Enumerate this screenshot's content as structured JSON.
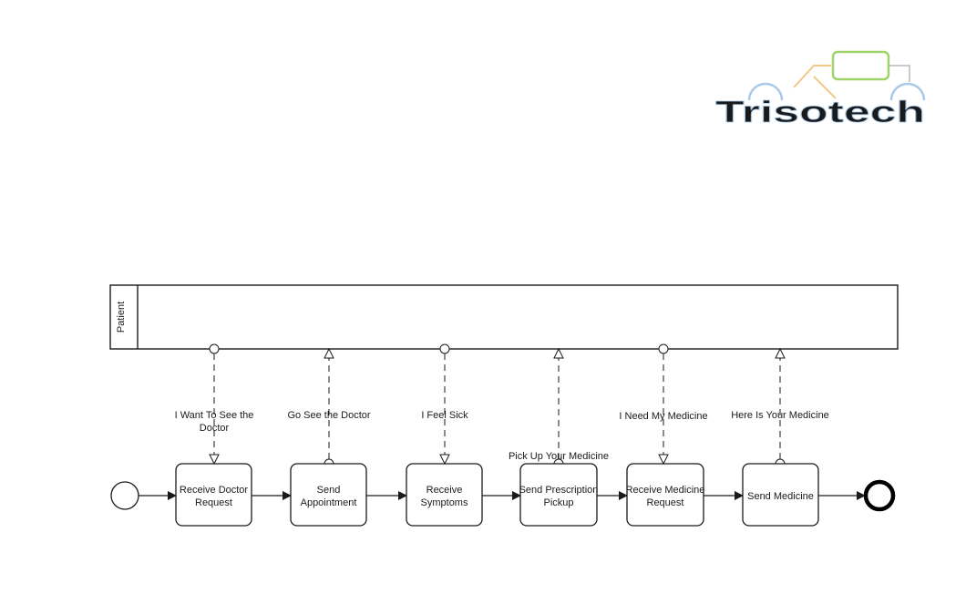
{
  "logo": {
    "text": "Trisotech"
  },
  "pool": {
    "label": "Patient"
  },
  "events": {
    "start": "start-event",
    "end": "end-event"
  },
  "tasks": [
    {
      "id": "t1",
      "lines": [
        "Receive Doctor",
        "Request"
      ]
    },
    {
      "id": "t2",
      "lines": [
        "Send",
        "Appointment"
      ]
    },
    {
      "id": "t3",
      "lines": [
        "Receive",
        "Symptoms"
      ]
    },
    {
      "id": "t4",
      "lines": [
        "Send Prescription",
        "Pickup"
      ]
    },
    {
      "id": "t5",
      "lines": [
        "Receive Medicine",
        "Request"
      ]
    },
    {
      "id": "t6",
      "lines": [
        "Send Medicine"
      ]
    }
  ],
  "messages": [
    {
      "lines": [
        "I Want To See the",
        "Doctor"
      ],
      "direction": "pool-to-task"
    },
    {
      "lines": [
        "Go See the Doctor"
      ],
      "direction": "task-to-pool"
    },
    {
      "lines": [
        "I Feel Sick"
      ],
      "direction": "pool-to-task"
    },
    {
      "lines": [
        "Pick Up Your Medicine"
      ],
      "direction": "task-to-pool"
    },
    {
      "lines": [
        "I Need My Medicine"
      ],
      "direction": "pool-to-task"
    },
    {
      "lines": [
        "Here Is Your Medicine"
      ],
      "direction": "task-to-pool"
    }
  ]
}
